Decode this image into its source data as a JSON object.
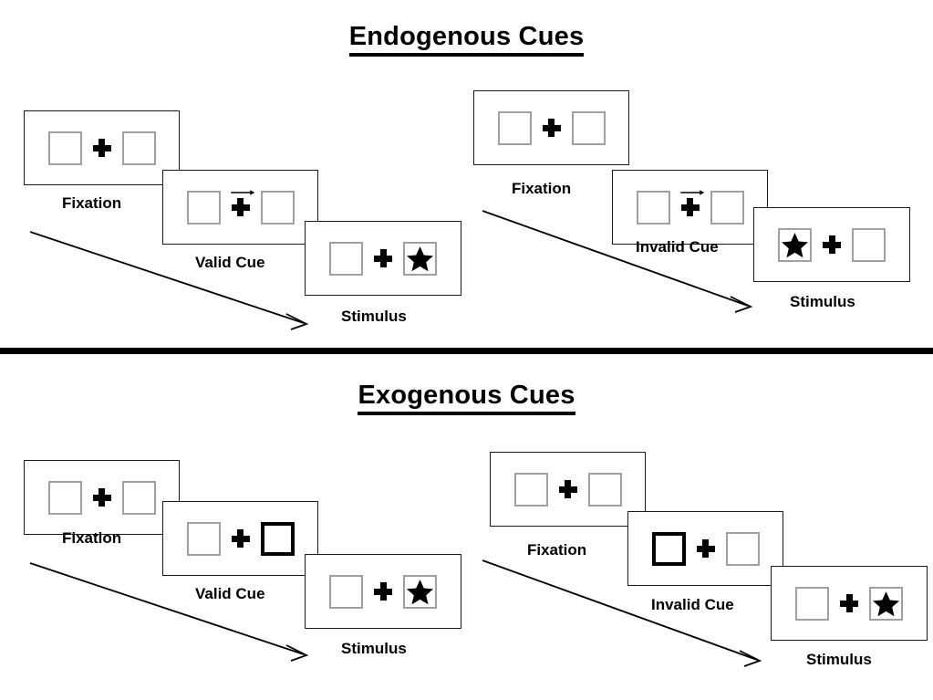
{
  "sections": [
    {
      "id": "endogenous",
      "title": "Endogenous Cues",
      "columns": [
        {
          "id": "endogenous-valid",
          "panels": [
            {
              "stage_label": "Fixation",
              "left_box": "empty",
              "right_box": "empty",
              "cue": "none"
            },
            {
              "stage_label": "Valid Cue",
              "left_box": "empty",
              "right_box": "empty",
              "cue": "arrow-right"
            },
            {
              "stage_label": "Stimulus",
              "left_box": "empty",
              "right_box": "star",
              "cue": "none"
            }
          ]
        },
        {
          "id": "endogenous-invalid",
          "panels": [
            {
              "stage_label": "Fixation",
              "left_box": "empty",
              "right_box": "empty",
              "cue": "none"
            },
            {
              "stage_label": "Invalid Cue",
              "left_box": "empty",
              "right_box": "empty",
              "cue": "arrow-right"
            },
            {
              "stage_label": "Stimulus",
              "left_box": "star",
              "right_box": "empty",
              "cue": "none"
            }
          ]
        }
      ]
    },
    {
      "id": "exogenous",
      "title": "Exogenous Cues",
      "columns": [
        {
          "id": "exogenous-valid",
          "panels": [
            {
              "stage_label": "Fixation",
              "left_box": "empty",
              "right_box": "empty",
              "cue": "none"
            },
            {
              "stage_label": "Valid Cue",
              "left_box": "empty",
              "right_box": "highlight",
              "cue": "none"
            },
            {
              "stage_label": "Stimulus",
              "left_box": "empty",
              "right_box": "star",
              "cue": "none"
            }
          ]
        },
        {
          "id": "exogenous-invalid",
          "panels": [
            {
              "stage_label": "Fixation",
              "left_box": "empty",
              "right_box": "empty",
              "cue": "none"
            },
            {
              "stage_label": "Invalid Cue",
              "left_box": "highlight",
              "right_box": "empty",
              "cue": "none"
            },
            {
              "stage_label": "Stimulus",
              "left_box": "empty",
              "right_box": "star",
              "cue": "none"
            }
          ]
        }
      ]
    }
  ],
  "icons": {
    "star": "star-icon",
    "fixation_cross": "fixation-cross-icon",
    "cue_arrow": "arrow-right-icon",
    "time_arrow": "time-flow-arrow-icon"
  },
  "colors": {
    "background": "#ffffff",
    "stroke": "#000000",
    "box_border": "#a0a0a0",
    "panel_border": "#1a1a1a",
    "cue_highlight": "#000000"
  }
}
